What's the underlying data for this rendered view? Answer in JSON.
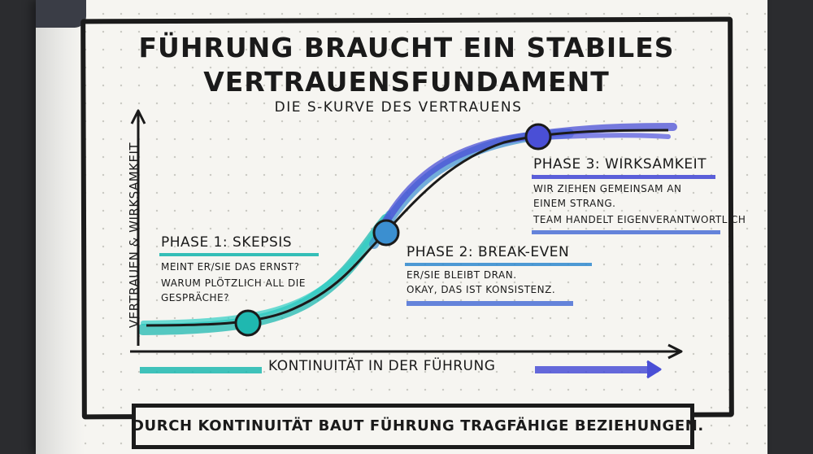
{
  "title_line1": "FÜHRUNG BRAUCHT EIN STABILES",
  "title_line2": "VERTRAUENSFUNDAMENT",
  "subtitle": "DIE S-KURVE DES VERTRAUENS",
  "axes": {
    "x_label": "KONTINUITÄT IN DER FÜHRUNG",
    "y_label": "VERTRAUEN & WIRKSAMKEIT"
  },
  "phases": [
    {
      "title": "PHASE 1: SKEPSIS",
      "lines": [
        "MEINT ER/SIE DAS ERNST?",
        "WARUM PLÖTZLICH ALL DIE",
        "GESPRÄCHE?"
      ],
      "color": "#1fb8b0"
    },
    {
      "title": "PHASE 2: BREAK-EVEN",
      "lines": [
        "ER/SIE BLEIBT DRAN.",
        "OKAY, DAS IST KONSISTENZ."
      ],
      "color": "#3b8fd0"
    },
    {
      "title": "PHASE 3: WIRKSAMKEIT",
      "lines": [
        "WIR ZIEHEN GEMEINSAM AN",
        "EINEM STRANG.",
        "TEAM HANDELT EIGENVERANTWORTLICH"
      ],
      "color": "#4a4fd6"
    }
  ],
  "footer": "DURCH KONTINUITÄT BAUT FÜHRUNG TRAGFÄHIGE BEZIEHUNGEN.",
  "colors": {
    "teal": "#1fb8b0",
    "blue": "#3b8fd0",
    "indigo": "#4a4fd6",
    "ink": "#1a1a1a"
  }
}
